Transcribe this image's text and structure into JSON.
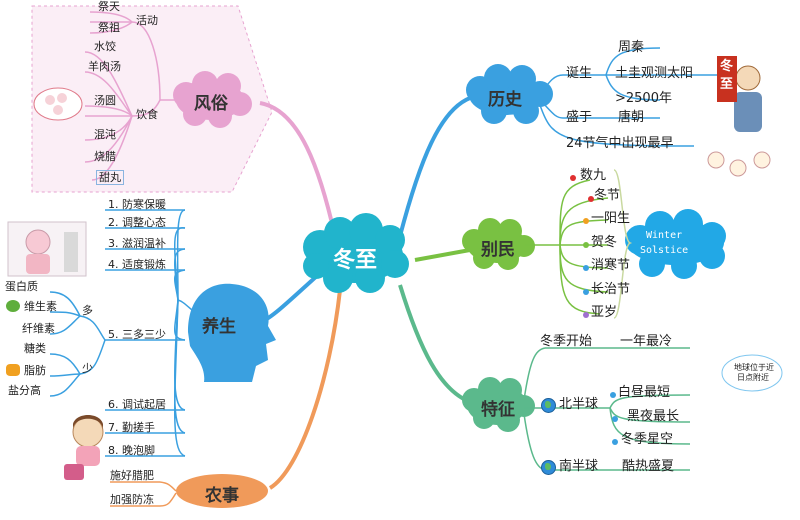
{
  "center": "冬至",
  "branches": {
    "fengsu": "风俗",
    "lishi": "历史",
    "biemin": "别民",
    "yangsheng": "养生",
    "tezheng": "特征",
    "nongshi": "农事"
  },
  "fengsu": {
    "activity_label": "活动",
    "activities": [
      "祭天",
      "祭祖"
    ],
    "food_label": "饮食",
    "foods": [
      "水饺",
      "羊肉汤",
      "汤圆",
      "混沌",
      "烧腊",
      "甜丸"
    ]
  },
  "lishi": {
    "birth_label": "诞生",
    "birth_items": [
      "周秦",
      "土圭观测太阳",
      ">2500年"
    ],
    "peak_label": "盛于",
    "peak_item": "唐朝",
    "earliest": "24节气中出现最早",
    "stamp": "冬至"
  },
  "biemin": {
    "items": [
      "数九",
      "冬节",
      "一阳生",
      "贺冬",
      "消寒节",
      "长治节",
      "亚岁"
    ],
    "cloud_text": [
      "Winter",
      "Solstice"
    ]
  },
  "yangsheng": {
    "items": [
      "1. 防寒保暖",
      "2. 调整心态",
      "3. 滋润温补",
      "4. 适度锻炼",
      "5. 三多三少",
      "6. 调试起居",
      "7. 勤搓手",
      "8. 晚泡脚"
    ],
    "more_label": "多",
    "more": [
      "蛋白质",
      "维生素",
      "纤维素"
    ],
    "less_label": "少",
    "less": [
      "糖类",
      "脂肪",
      "盐分高"
    ]
  },
  "tezheng": {
    "start": "冬季开始",
    "coldest": "一年最冷",
    "north": "北半球",
    "north_items": [
      "白昼最短",
      "黑夜最长",
      "冬季星空"
    ],
    "south": "南半球",
    "south_item": "酷热盛夏",
    "bubble": [
      "地球位于近",
      "日点附近"
    ]
  },
  "nongshi": {
    "items": [
      "施好腊肥",
      "加强防冻"
    ]
  },
  "colors": {
    "fengsu": "#e7a3d0",
    "lishi": "#3aa0e0",
    "biemin": "#79c142",
    "yangsheng": "#3aa0e0",
    "tezheng": "#5bb98c",
    "nongshi": "#f09a5a",
    "center": "#21b4cc"
  }
}
